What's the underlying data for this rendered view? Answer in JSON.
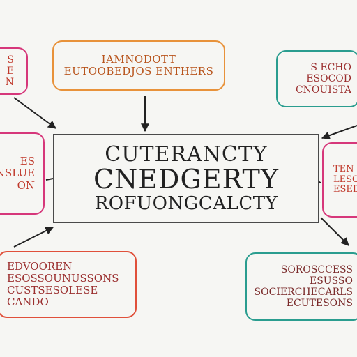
{
  "center": {
    "lines": [
      "CUTERANCTY",
      "CNEDGERTY",
      "ROFUONGCALCTY"
    ]
  },
  "boxes": {
    "top": {
      "lines": [
        "IAMNODOTT",
        "EUTOOBEDJOS ENTHERS"
      ]
    },
    "top_left": {
      "lines": [
        "S",
        "E",
        "N"
      ]
    },
    "top_right": {
      "lines": [
        "S ECHO",
        "ESOCOD",
        "CNOUISTA"
      ]
    },
    "left": {
      "lines": [
        "ES",
        "OTNSLUE",
        "ON"
      ]
    },
    "right": {
      "lines": [
        "TEN",
        "LESO",
        "ESED"
      ]
    },
    "bottom_left": {
      "lines": [
        "EDVOOREN",
        "ESOSSOUNUSSONS",
        "CUSTSESOLESE",
        "CANDO"
      ]
    },
    "bottom_right": {
      "lines": [
        "SOROSCCESS",
        "ESUSSO",
        "SOCIERCHECARLS",
        "ECUTESONS"
      ]
    }
  },
  "colors": {
    "background": "#f6f6f3",
    "orange": "#e8923a",
    "pink": "#d6377a",
    "teal": "#2a9d8f",
    "red": "#e0503a",
    "arrow": "#222222"
  }
}
